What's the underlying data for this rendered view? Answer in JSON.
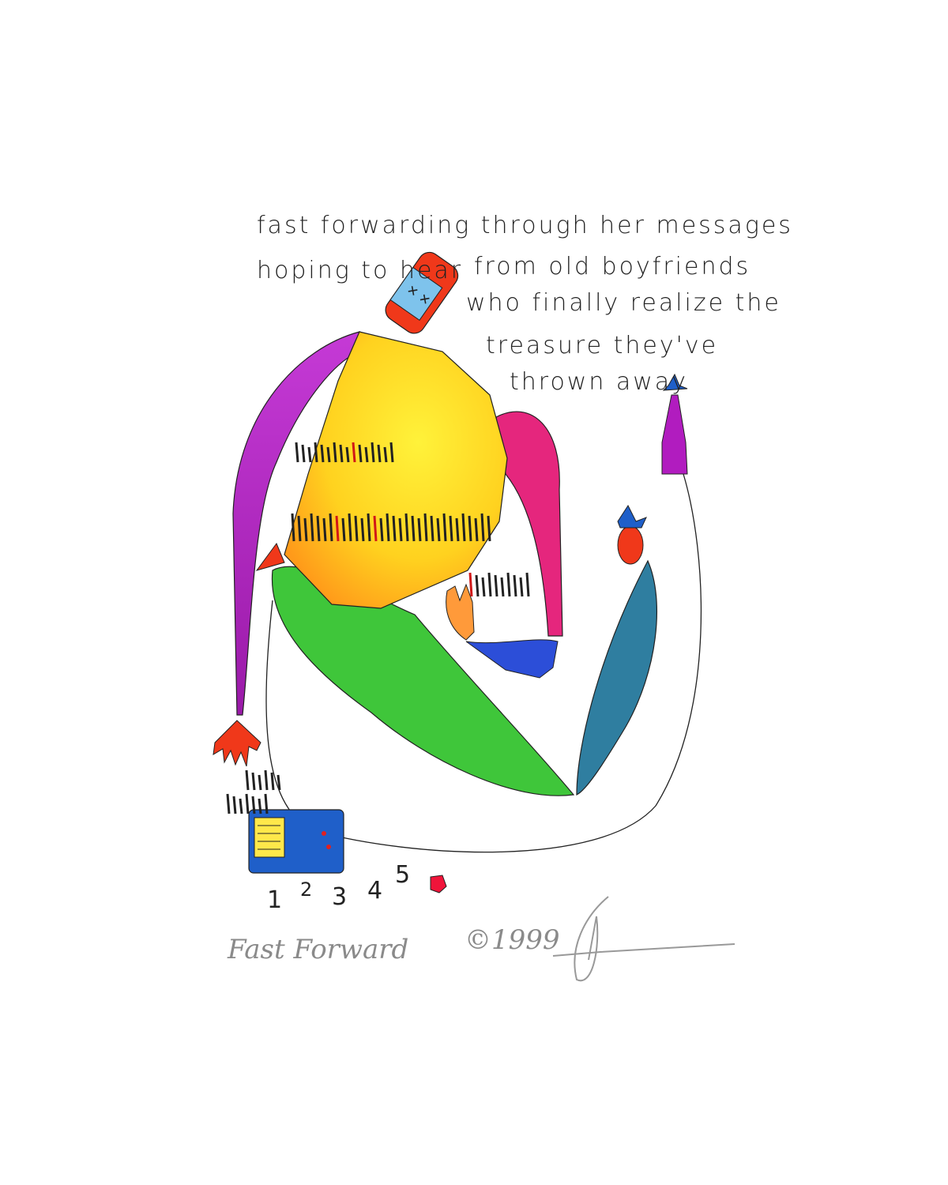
{
  "poem": {
    "lines": [
      "fast forwarding through her messages",
      "hoping to hear",
      "from old boyfriends",
      "who finally realize the",
      "treasure they've",
      "thrown away"
    ]
  },
  "machine_counter": [
    "1",
    "2",
    "3",
    "4",
    "5"
  ],
  "caption": {
    "title": "Fast Forward",
    "copyright": "©1999"
  },
  "colors": {
    "yellow_body": "#ffd21f",
    "purple_arm": "#b11cbf",
    "pink_arm": "#e5267d",
    "green_leg": "#3fc63a",
    "teal_figure": "#2f7ea0",
    "red": "#f0381a",
    "blue_machine": "#1f5fc9",
    "face_blue": "#7ec3ec",
    "pencil_gray": "#8a8a8a"
  }
}
